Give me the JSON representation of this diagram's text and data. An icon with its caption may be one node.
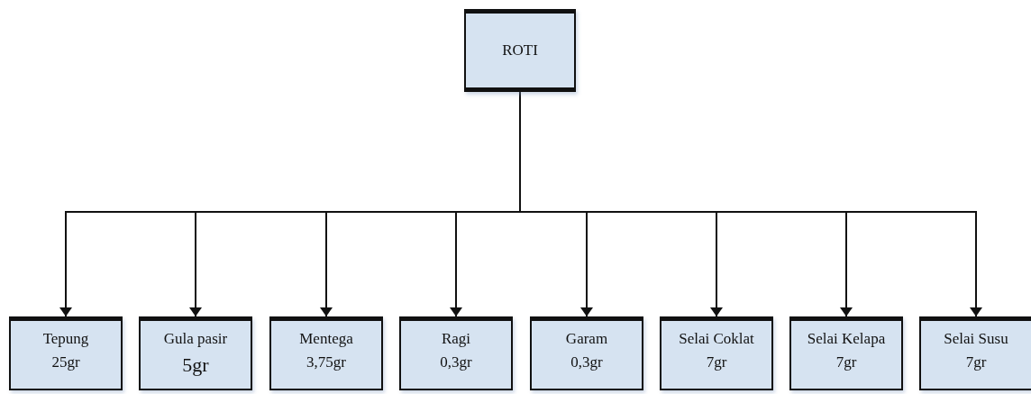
{
  "diagram": {
    "nodes": [
      {
        "text": [
          "ROTI"
        ]
      },
      {
        "text": [
          "Tepung",
          "25gr"
        ]
      },
      {
        "text": [
          "Gula pasir",
          "5gr"
        ]
      },
      {
        "text": [
          "Mentega",
          "3,75gr"
        ]
      },
      {
        "text": [
          "Ragi",
          "0,3gr"
        ]
      },
      {
        "text": [
          "Garam",
          "0,3gr"
        ]
      },
      {
        "text": [
          "Selai Coklat",
          "7gr"
        ]
      },
      {
        "text": [
          "Selai Kelapa",
          "7gr"
        ]
      },
      {
        "text": [
          "Selai Susu",
          "7gr"
        ]
      }
    ],
    "edges": [
      {
        "from": 0,
        "to": 1,
        "arrow": "to"
      },
      {
        "from": 0,
        "to": 2,
        "arrow": "to"
      },
      {
        "from": 0,
        "to": 3,
        "arrow": "to"
      },
      {
        "from": 0,
        "to": 4,
        "arrow": "to"
      },
      {
        "from": 0,
        "to": 5,
        "arrow": "to"
      },
      {
        "from": 0,
        "to": 6,
        "arrow": "to"
      },
      {
        "from": 0,
        "to": 7,
        "arrow": "to"
      },
      {
        "from": 0,
        "to": 8,
        "arrow": "to"
      }
    ]
  }
}
